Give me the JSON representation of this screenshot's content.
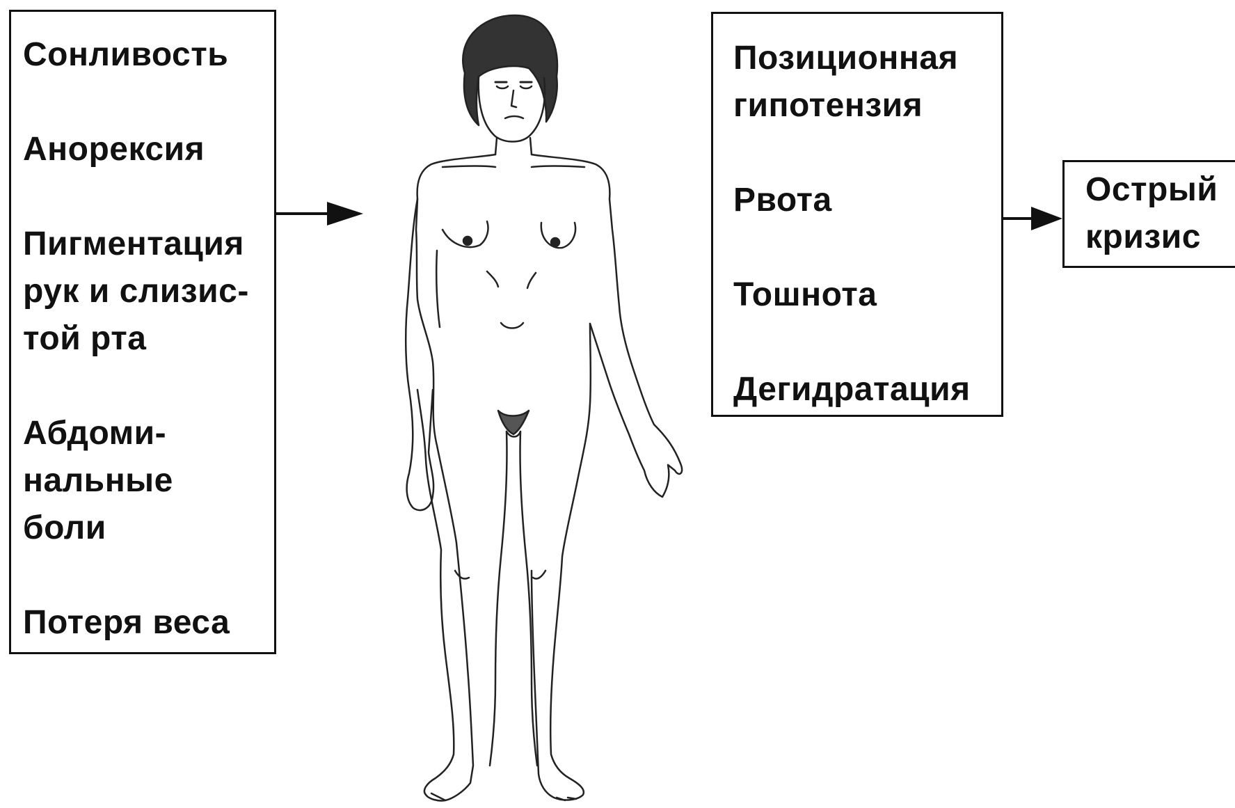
{
  "left_box": {
    "items": [
      {
        "lines": [
          "Сонливость"
        ]
      },
      {
        "lines": [
          "Анорексия"
        ]
      },
      {
        "lines": [
          "Пигментация",
          "рук и слизис-",
          "той рта"
        ]
      },
      {
        "lines": [
          "Абдоми-",
          "нальные",
          "боли"
        ]
      },
      {
        "lines": [
          "Потеря веса"
        ]
      }
    ]
  },
  "middle_box": {
    "items": [
      {
        "lines": [
          "Позиционная",
          "гипотензия"
        ]
      },
      {
        "lines": [
          "Рвота"
        ]
      },
      {
        "lines": [
          "Тошнота"
        ]
      },
      {
        "lines": [
          "Дегидратация"
        ]
      }
    ]
  },
  "right_box": {
    "lines": [
      "Острый",
      "кризис"
    ]
  },
  "colors": {
    "ink": "#111111",
    "background": "#ffffff"
  },
  "icons": {
    "figure": "female-body-figure-icon",
    "arrow": "arrow-right-icon"
  }
}
